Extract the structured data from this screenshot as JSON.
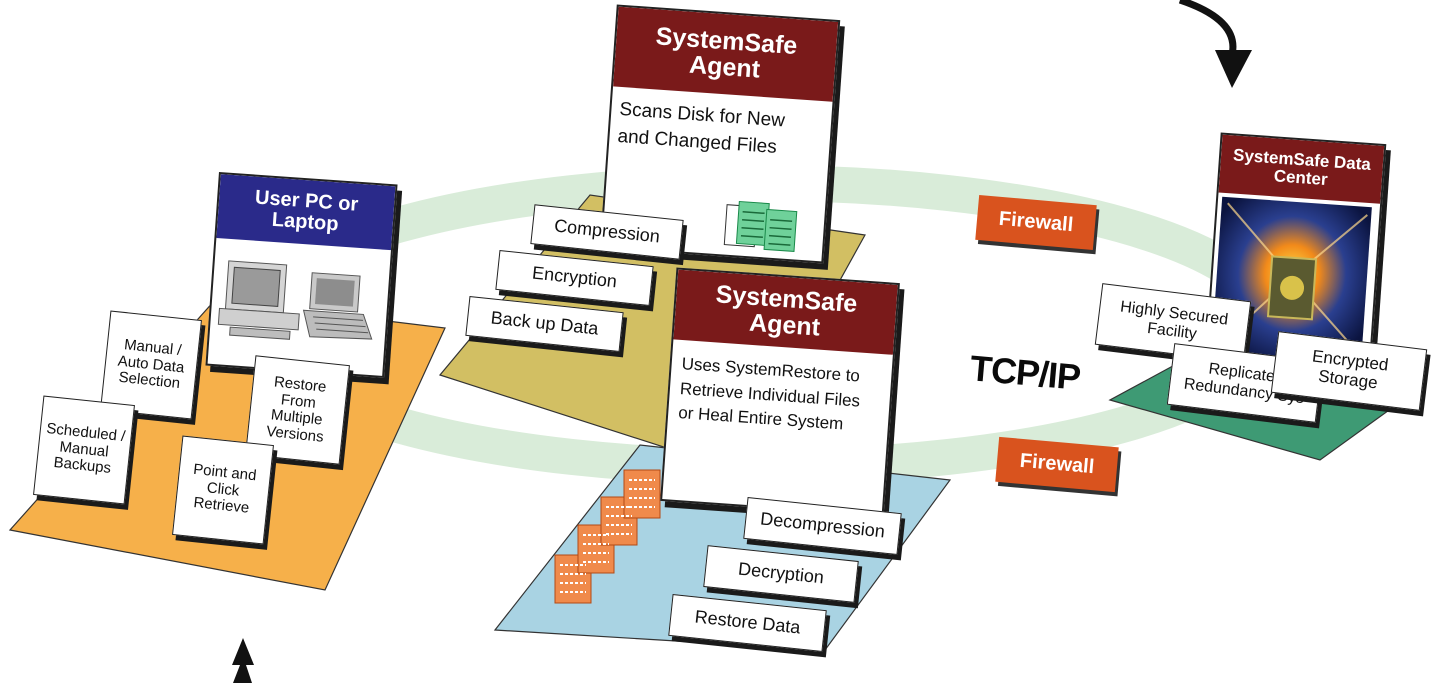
{
  "cards": {
    "user_pc": {
      "title": "User PC or Laptop",
      "icon": "computer-laptop-icon",
      "color": "#2a2a8a"
    },
    "agent_backup": {
      "title": "SystemSafe Agent",
      "body": "Scans Disk for New and Changed Files",
      "icon": "documents-icon",
      "color": "#7a1a1a"
    },
    "agent_restore": {
      "title": "SystemSafe Agent",
      "body": "Uses SystemRestore to Retrieve Individual Files or Heal Entire System",
      "color": "#7a1a1a"
    },
    "data_center": {
      "title": "SystemSafe Data Center",
      "icon": "data-center-icon",
      "color": "#7a1a1a"
    }
  },
  "user_tags": {
    "manual_auto": "Manual / Auto Data Selection",
    "restore_multi": "Restore From Multiple Versions",
    "scheduled": "Scheduled / Manual Backups",
    "point_click": "Point and Click Retrieve"
  },
  "backup_tags": {
    "compression": "Compression",
    "encryption": "Encryption",
    "back_up": "Back up Data"
  },
  "restore_tags": {
    "decompression": "Decompression",
    "decryption": "Decryption",
    "restore": "Restore Data"
  },
  "datacenter_tags": {
    "secured": "Highly Secured Facility",
    "replicated": "Replicated Redundancy Sys",
    "encrypted": "Encrypted Storage"
  },
  "network": {
    "protocol": "TCP/IP",
    "firewall_top": "Firewall",
    "firewall_bottom": "Firewall"
  },
  "colors": {
    "orange_platform": "#f6b04a",
    "olive_platform": "#d2bf63",
    "blue_platform": "#a9d3e3",
    "green_platform": "#3e9a74",
    "ring": "#d9ecd9",
    "firewall": "#d9531e"
  }
}
